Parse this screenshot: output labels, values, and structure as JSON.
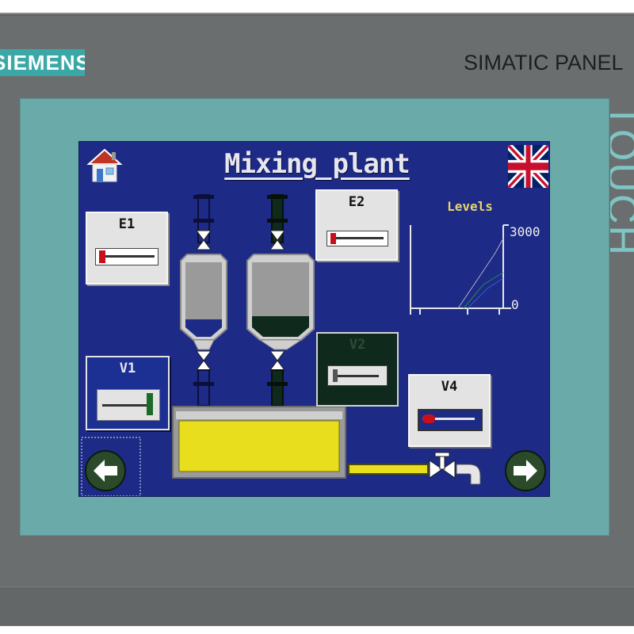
{
  "device": {
    "brand": "SIEMENS",
    "product": "SIMATIC PANEL",
    "side_label": "TOUCH",
    "colors": {
      "bezel": "#6b6e6f",
      "frame": "#6aaaa8",
      "screen": "#1d2a86",
      "logo": "#3aa8a6"
    }
  },
  "screen": {
    "title": "Mixing plant",
    "home_icon": "home-icon",
    "language_icon": "uk-flag-icon",
    "buttons": {
      "e1": "E1",
      "e2": "E2",
      "v1": "V1",
      "v2": "V2",
      "v4": "V4"
    },
    "levels": {
      "title": "Levels",
      "max": "3000",
      "min": "0"
    },
    "nav": {
      "back_icon": "arrow-left-icon",
      "forward_icon": "arrow-right-icon"
    },
    "colors": {
      "tank1_fill": "#1d2a86",
      "tank2_fill": "#0f2a1c",
      "mixer_fill": "#e8de1e",
      "pipe_yellow": "#e8de1e",
      "valve_red": "#c8101a"
    }
  }
}
